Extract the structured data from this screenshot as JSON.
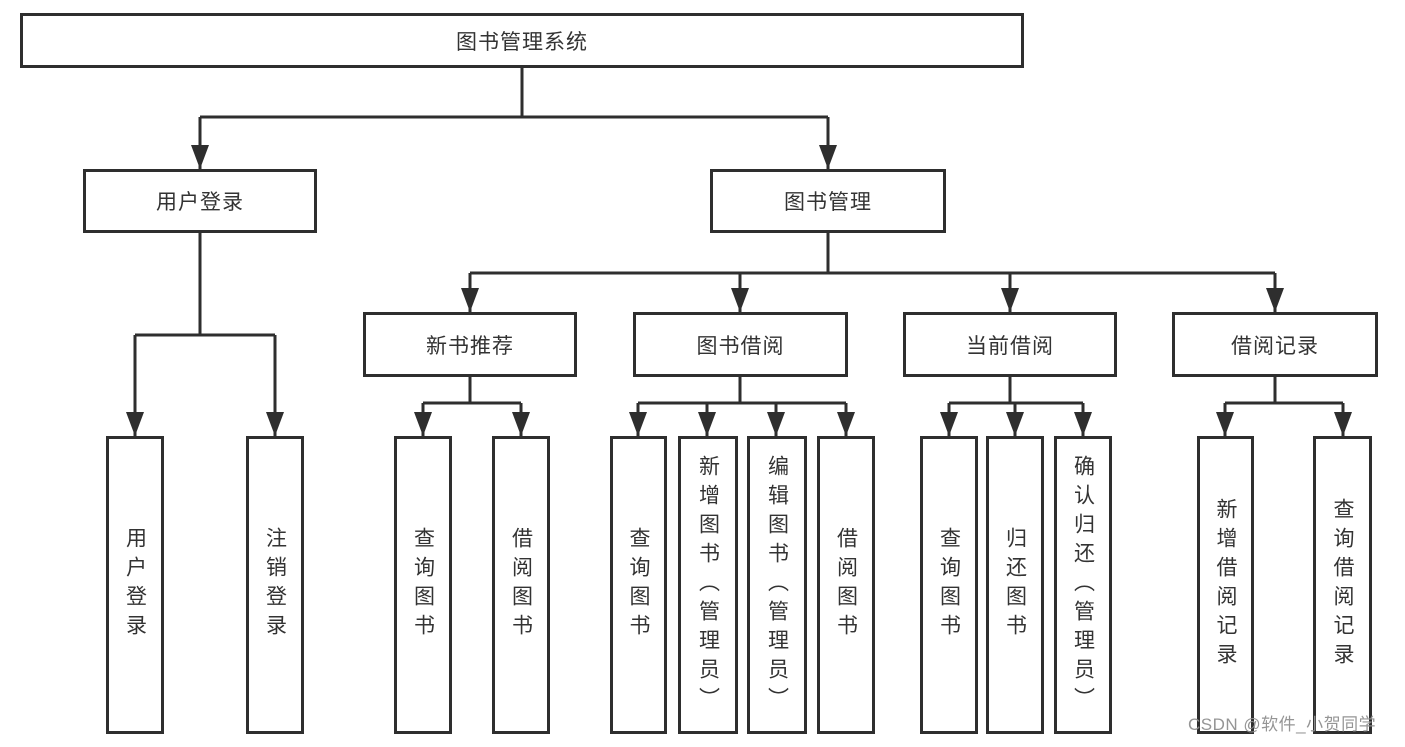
{
  "diagram": {
    "root": "图书管理系统",
    "branches": {
      "user_login": {
        "label": "用户登录",
        "children": [
          "用户登录",
          "注销登录"
        ]
      },
      "book_management": {
        "label": "图书管理",
        "sections": [
          {
            "label": "新书推荐",
            "children": [
              "查询图书",
              "借阅图书"
            ]
          },
          {
            "label": "图书借阅",
            "children": [
              "查询图书",
              "新增图书（管理员）",
              "编辑图书（管理员）",
              "借阅图书"
            ]
          },
          {
            "label": "当前借阅",
            "children": [
              "查询图书",
              "归还图书",
              "确认归还（管理员）"
            ]
          },
          {
            "label": "借阅记录",
            "children": [
              "新增借阅记录",
              "查询借阅记录"
            ]
          }
        ]
      }
    },
    "watermark": "CSDN @软件_小贺同学",
    "colors": {
      "line": "#2e2e2e",
      "box_border": "#2e2e2e",
      "box_fill": "#ffffff",
      "text": "#333333",
      "watermark": "#8f8f8f",
      "background": "#ffffff"
    }
  }
}
